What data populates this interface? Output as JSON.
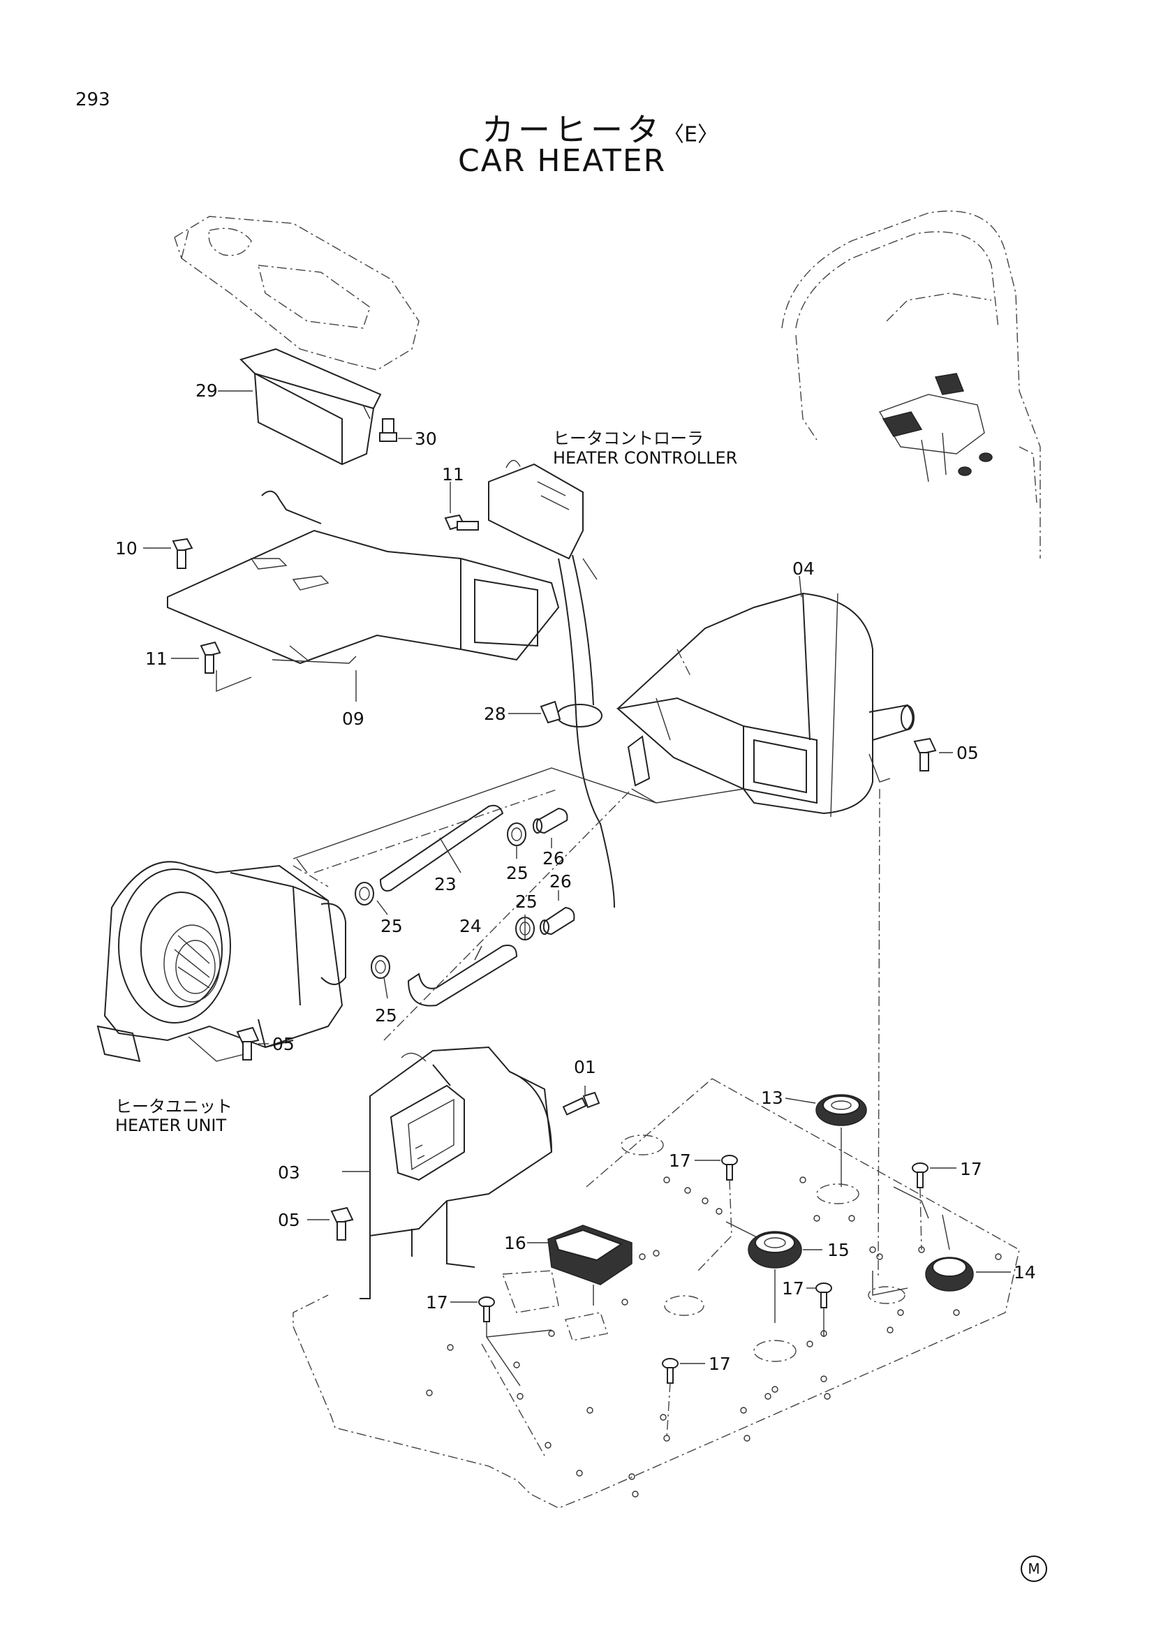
{
  "page": {
    "number": "293",
    "title_jp": "カーヒータ",
    "title_jp_variant": "〈E〉",
    "title_en": "CAR HEATER",
    "maker_mark": "M"
  },
  "captions": {
    "heater_controller_jp": "ヒータコントローラ",
    "heater_controller_en": "HEATER CONTROLLER",
    "heater_unit_jp": "ヒータユニット",
    "heater_unit_en": "HEATER UNIT"
  },
  "part_labels": {
    "p01": "01",
    "p03": "03",
    "p04": "04",
    "p05_a": "05",
    "p05_b": "05",
    "p05_c": "05",
    "p09": "09",
    "p10": "10",
    "p11_a": "11",
    "p11_b": "11",
    "p13": "13",
    "p14": "14",
    "p15": "15",
    "p16": "16",
    "p17_a": "17",
    "p17_b": "17",
    "p17_c": "17",
    "p17_d": "17",
    "p17_e": "17",
    "p23": "23",
    "p24": "24",
    "p25_a": "25",
    "p25_b": "25",
    "p25_c": "25",
    "p25_d": "25",
    "p26_a": "26",
    "p26_b": "26",
    "p28": "28",
    "p29": "29",
    "p30": "30"
  },
  "icons": [
    "bolt-icon",
    "hose-clamp-icon",
    "grommet-icon",
    "cab-outline-icon"
  ]
}
